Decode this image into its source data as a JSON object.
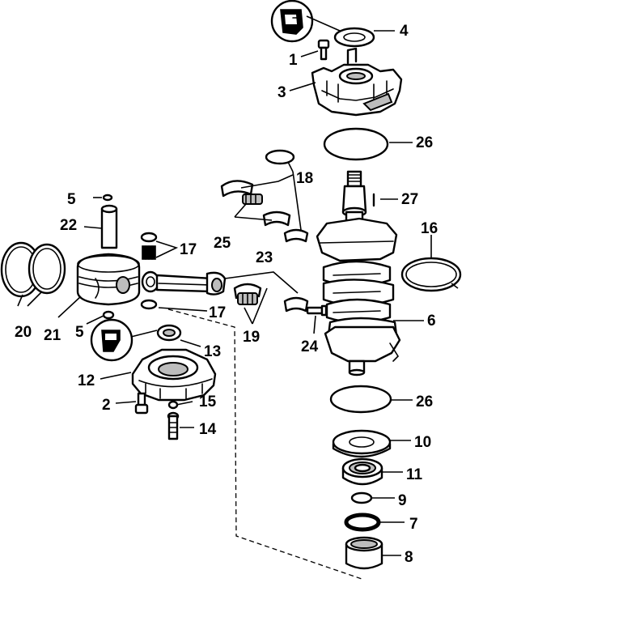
{
  "callouts": {
    "c1": "1",
    "c2": "2",
    "c3": "3",
    "c4": "4",
    "c5a": "5",
    "c5b": "5",
    "c6": "6",
    "c7": "7",
    "c8": "8",
    "c9": "9",
    "c10": "10",
    "c11": "11",
    "c12": "12",
    "c13": "13",
    "c14": "14",
    "c15": "15",
    "c16": "16",
    "c17a": "17",
    "c17b": "17",
    "c18": "18",
    "c19": "19",
    "c20": "20",
    "c21": "21",
    "c22": "22",
    "c23": "23",
    "c24": "24",
    "c25": "25",
    "c26a": "26",
    "c26b": "26",
    "c27": "27"
  },
  "symbols": {
    "top_symbol": "lubricant-tube-icon",
    "bottom_symbol": "lubricant-drop-icon"
  }
}
